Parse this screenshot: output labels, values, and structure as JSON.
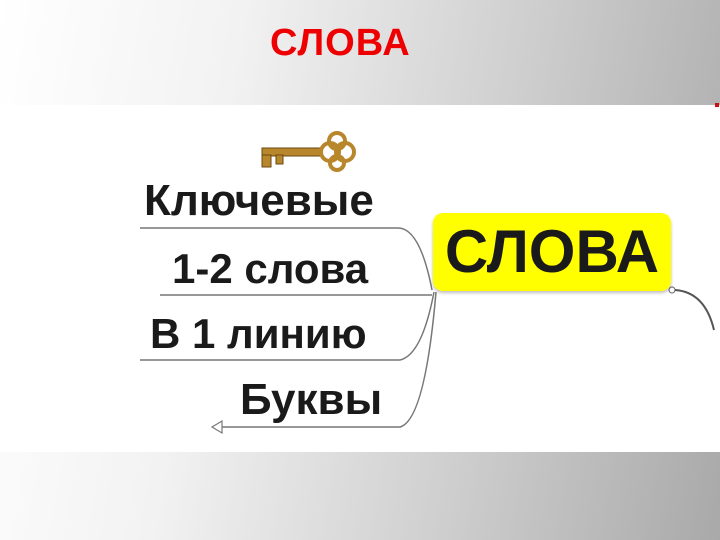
{
  "slide": {
    "title": "СЛОВА"
  },
  "mindmap": {
    "central": {
      "label": "СЛОВА",
      "color": "#ffff00"
    },
    "branches": [
      {
        "label": "Ключевые"
      },
      {
        "label": "1-2 слова"
      },
      {
        "label": "В 1 линию"
      },
      {
        "label": "Буквы"
      }
    ],
    "key_icon": "key-icon"
  },
  "colors": {
    "title": "#ee0000",
    "key": "#b8862b"
  }
}
